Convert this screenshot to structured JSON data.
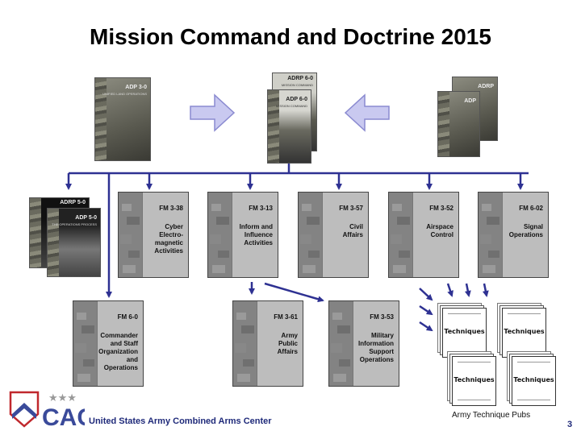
{
  "title": "Mission Command and Doctrine 2015",
  "top_row": {
    "left_pub": {
      "title": "ADP 3-0",
      "subtitle": "UNIFIED LAND OPERATIONS"
    },
    "center_pubs": [
      {
        "title": "ADRP 6-0",
        "subtitle": "MISSION COMMAND"
      },
      {
        "title": "ADP 6-0",
        "subtitle": "MISSION COMMAND"
      }
    ],
    "right_pubs": [
      {
        "title": "ADRP",
        "subtitle": ""
      },
      {
        "title": "ADP",
        "subtitle": ""
      }
    ]
  },
  "side_pubs": [
    {
      "title": "ADRP 5-0",
      "subtitle": "THE OPERATIONS PROCESS"
    },
    {
      "title": "ADP 5-0",
      "subtitle": "THE OPERATIONS PROCESS"
    }
  ],
  "field_manuals_row1": [
    {
      "number": "FM 3-38",
      "name": "Cyber\nElectro-\nmagnetic\nActivities"
    },
    {
      "number": "FM 3-13",
      "name": "Inform and\nInfluence\nActivities"
    },
    {
      "number": "FM 3-57",
      "name": "Civil\nAffairs"
    },
    {
      "number": "FM 3-52",
      "name": "Airspace\nControl"
    },
    {
      "number": "FM 6-02",
      "name": "Signal\nOperations"
    }
  ],
  "field_manuals_row2": [
    {
      "number": "FM 6-0",
      "name": "Commander\nand Staff\nOrganization\nand\nOperations"
    },
    {
      "number": "FM 3-61",
      "name": "Army\nPublic\nAffairs"
    },
    {
      "number": "FM 3-53",
      "name": "Military\nInformation\nSupport\nOperations"
    }
  ],
  "techniques": {
    "label": "Techniques",
    "caption": "Army Technique Pubs"
  },
  "footer": {
    "logo_text": "CAC",
    "org": "United States Army Combined Arms Center",
    "page_number": "3"
  },
  "colors": {
    "connector": "#2e3192",
    "arrow_fill": "#c9c9f0",
    "arrow_stroke": "#8a8ad0",
    "footer_text": "#1f2a7a"
  }
}
